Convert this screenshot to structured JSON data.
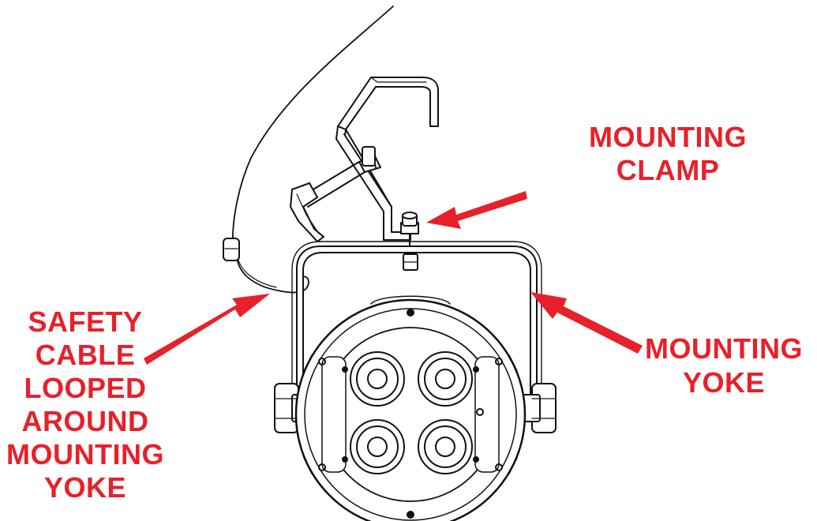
{
  "diagram": {
    "labels": {
      "clamp": [
        "MOUNTING",
        "CLAMP"
      ],
      "yoke": [
        "MOUNTING",
        "YOKE"
      ],
      "safety_cable": [
        "SAFETY",
        "CABLE",
        "LOOPED",
        "AROUND",
        "MOUNTING",
        "YOKE"
      ]
    },
    "colors": {
      "callout": "#e8202a",
      "line_art": "#111111",
      "background": "#ffffff"
    }
  }
}
